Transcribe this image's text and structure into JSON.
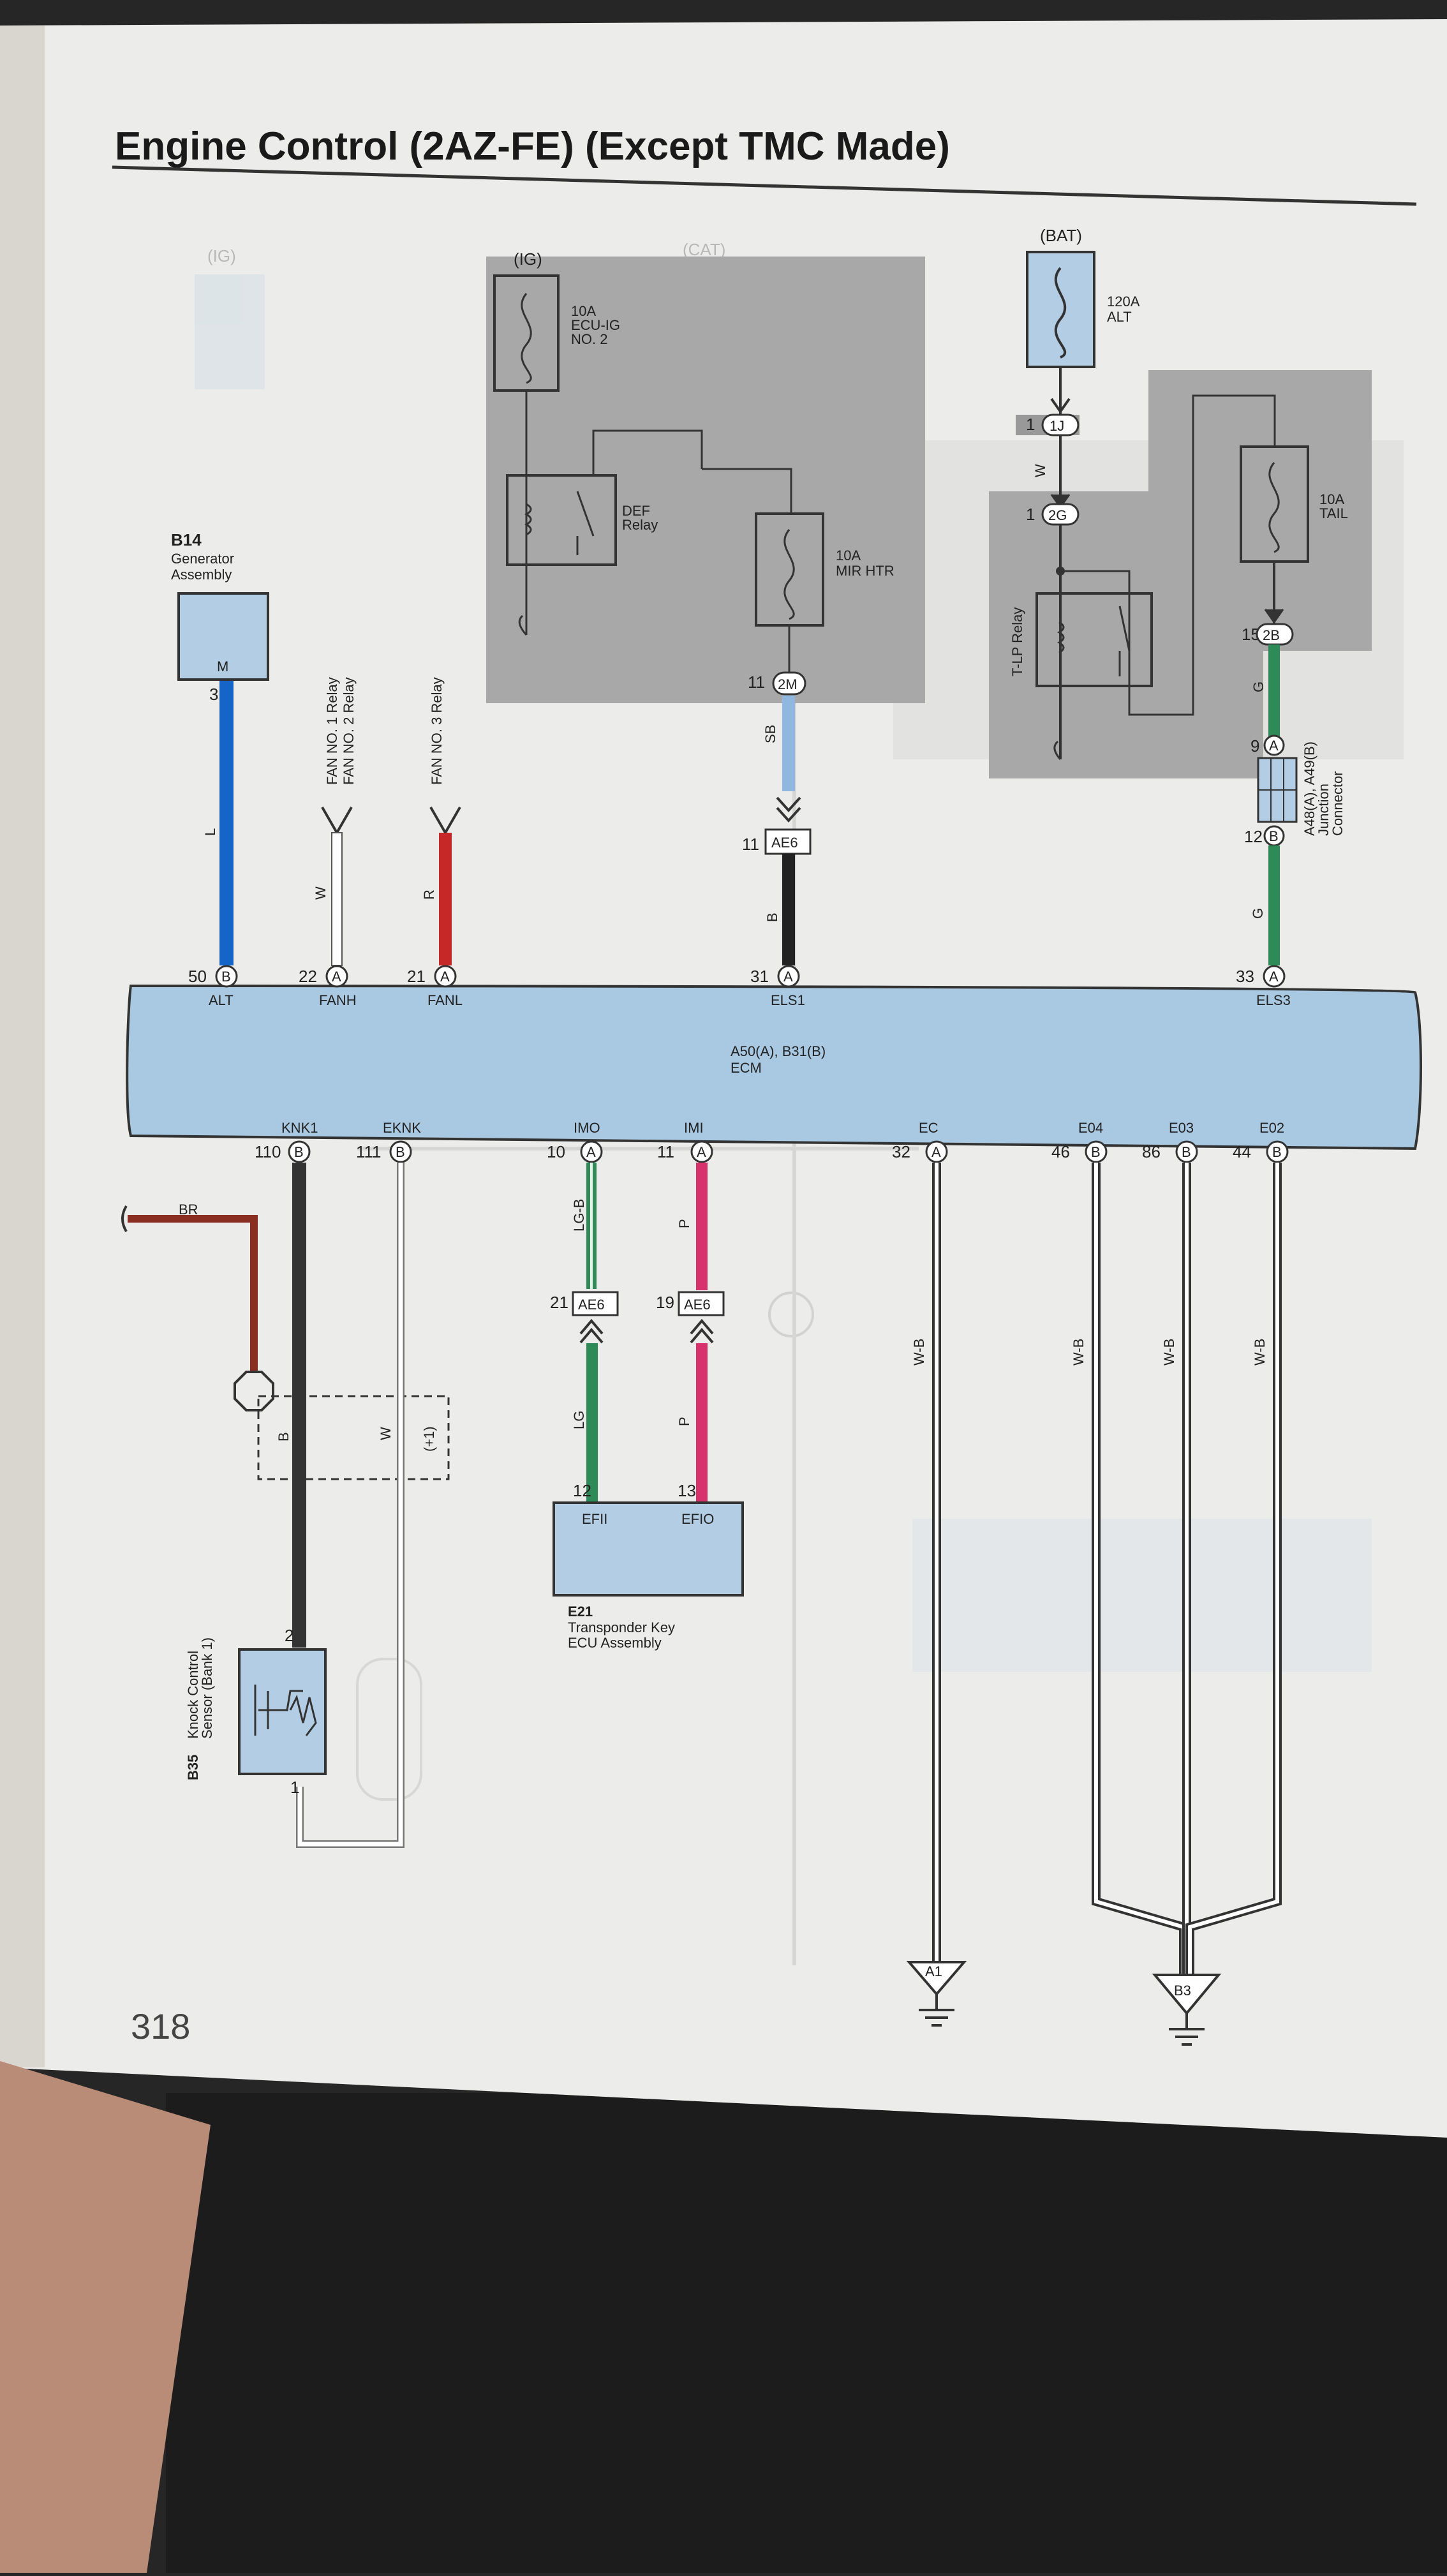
{
  "page": {
    "title": "Engine Control (2AZ-FE) (Except TMC Made)",
    "page_number": "318"
  },
  "colors": {
    "ecm_fill": "#a9c8e2",
    "box_fill": "#b3cde4",
    "relay_box_shade": "#a8a8a8",
    "wire_blue": "#1565c8",
    "wire_red": "#c62828",
    "wire_black": "#222222",
    "wire_sky": "#8fb7e0",
    "wire_green": "#2e8b57",
    "wire_pink": "#d6336c",
    "wire_brown": "#8b2e22",
    "paper": "#ececea",
    "background": "#262626"
  },
  "power_sources": {
    "ig": "(IG)",
    "bat": "(BAT)",
    "faded_left": "(IG)",
    "faded_center": "(CAT)"
  },
  "fuses": {
    "ecu_ig": "10A\nECU-IG\nNO. 2",
    "mir_htr": "10A\nMIR HTR",
    "alt": "120A\nALT",
    "tail": "10A\nTAIL"
  },
  "relays": {
    "def": "DEF\nRelay",
    "tlp": "T-LP Relay"
  },
  "connectors": {
    "c_2m": {
      "pin": "11",
      "id": "2M"
    },
    "c_ae6_top": {
      "pin": "11",
      "id": "AE6"
    },
    "c_1j": {
      "pin": "1",
      "id": "1J"
    },
    "c_2g": {
      "pin": "1",
      "id": "2G"
    },
    "c_2b": {
      "pin": "15",
      "id": "2B"
    },
    "c_jc_a": {
      "pin": "9",
      "id": "A"
    },
    "c_jc_b": {
      "pin": "12",
      "id": "B"
    },
    "c_ae6_imo": {
      "pin": "21",
      "id": "AE6"
    },
    "c_ae6_imi": {
      "pin": "19",
      "id": "AE6"
    },
    "junction_label": "A48(A), A49(B)\nJunction\nConnector"
  },
  "components": {
    "generator": {
      "code": "B14",
      "name": "Generator\nAssembly",
      "terminal": "M",
      "pin": "3"
    },
    "transponder": {
      "code": "E21",
      "name": "Transponder Key\nECU Assembly",
      "pins": [
        "12",
        "13"
      ],
      "terms": [
        "EFII",
        "EFIO"
      ]
    },
    "knock": {
      "code": "B35",
      "name": "Knock Control\nSensor (Bank 1)",
      "pins": [
        "2",
        "1"
      ]
    }
  },
  "relay_targets": {
    "fan12": "FAN NO. 1 Relay\nFAN NO. 2 Relay",
    "fan3": "FAN NO. 3 Relay"
  },
  "ecm": {
    "label": "A50(A), B31(B)\nECM",
    "top_pins": [
      {
        "num": "50",
        "conn": "B",
        "name": "ALT",
        "wire": "L"
      },
      {
        "num": "22",
        "conn": "A",
        "name": "FANH",
        "wire": "W"
      },
      {
        "num": "21",
        "conn": "A",
        "name": "FANL",
        "wire": "R"
      },
      {
        "num": "31",
        "conn": "A",
        "name": "ELS1",
        "wire": "B"
      },
      {
        "num": "33",
        "conn": "A",
        "name": "ELS3",
        "wire": "G"
      }
    ],
    "bottom_pins": [
      {
        "num": "110",
        "conn": "B",
        "name": "KNK1"
      },
      {
        "num": "111",
        "conn": "B",
        "name": "EKNK"
      },
      {
        "num": "10",
        "conn": "A",
        "name": "IMO"
      },
      {
        "num": "11",
        "conn": "A",
        "name": "IMI"
      },
      {
        "num": "32",
        "conn": "A",
        "name": "EC"
      },
      {
        "num": "46",
        "conn": "B",
        "name": "E04"
      },
      {
        "num": "86",
        "conn": "B",
        "name": "E03"
      },
      {
        "num": "44",
        "conn": "B",
        "name": "E02"
      }
    ]
  },
  "wire_labels": {
    "sb": "SB",
    "w_bat": "W",
    "g_top": "G",
    "lg_b": "LG-B",
    "lg": "LG",
    "p_top": "P",
    "p_bot": "P",
    "wb": "W-B",
    "br": "BR",
    "knk_b": "B",
    "knk_w": "W",
    "shield": "(+1)"
  },
  "grounds": {
    "a1": "A1",
    "b3": "B3"
  }
}
